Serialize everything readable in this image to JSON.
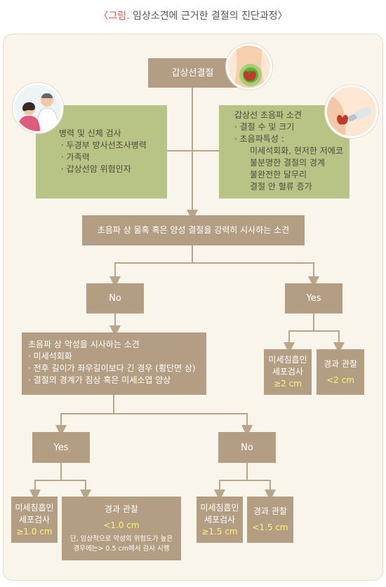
{
  "caption": {
    "label": "〈그림.",
    "title": " 임상소견에 근거한 결절의 진단과정〉"
  },
  "nodes": {
    "thyroid_nodule": "갑상선결절",
    "history": {
      "title": "병력 및 신체 검사",
      "items": [
        "· 두경부 방사선조사병력",
        "· 가족력",
        "· 갑상선암 위험인자"
      ]
    },
    "ultrasound": {
      "title": "갑상선 초음파 소견",
      "items": [
        "· 결절 수 및 크기",
        "· 초음파특성 :"
      ],
      "features": [
        "미세석회화, 현저한 저에코",
        "불분명한 결절의 경계",
        "불완전한 달무리",
        "결절 안 혈류 증가"
      ]
    },
    "cyst_question": "초음파 상 물혹 혹은 양성 결절을 강력히 시사하는 소견",
    "no1": "No",
    "yes1": "Yes",
    "malig": {
      "title": "초음파 상 악성을 시사하는 소견",
      "items": [
        "· 미세석회화",
        "· 전후 길이가 좌우길이보다 긴 경우 (횡단면 상)",
        "· 결절의 경계가 침상 혹은 미세소엽 양상"
      ]
    },
    "fna_yes1": {
      "l1": "미세침흡인",
      "l2": "세포검사",
      "v": "≥2 cm"
    },
    "obs_yes1": {
      "l1": "경과 관찰",
      "v": "<2 cm"
    },
    "yes2": "Yes",
    "no2": "No",
    "fna_yes2": {
      "l1": "미세침흡인",
      "l2": "세포검사",
      "v": "≥1.0 cm"
    },
    "obs_yes2": {
      "l1": "경과 관찰",
      "v": "<1.0 cm",
      "note1": "단, 임상적으로 악성의 위험도가 높은",
      "note2": "경우에는> 0.5 cm에서 검사 시행"
    },
    "fna_no2": {
      "l1": "미세침흡인",
      "l2": "세포검사",
      "v": "≥1.5 cm"
    },
    "obs_no2": {
      "l1": "경과 관찰",
      "v": "<1.5 cm"
    }
  },
  "colors": {
    "box": "#b49e83",
    "green": "#b8c486",
    "highlight": "#fff37a",
    "line": "#b8a68c",
    "frame": "#faf5ea"
  },
  "icons": [
    "neck-thyroid-illustration",
    "doctor-patient-illustration",
    "ultrasound-exam-illustration"
  ]
}
